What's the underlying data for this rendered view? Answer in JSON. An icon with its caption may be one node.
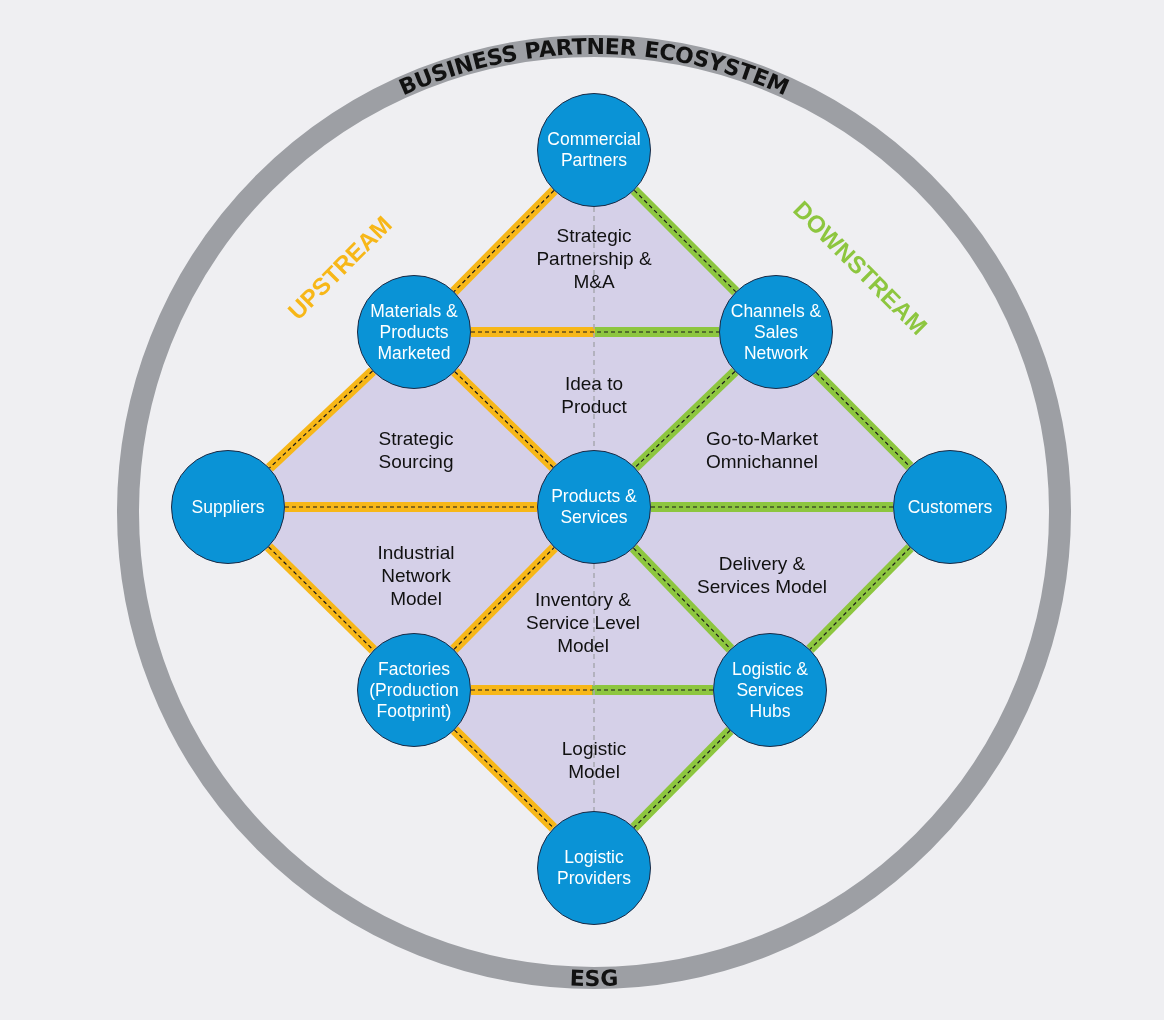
{
  "diagram": {
    "nodes": [
      {
        "text": [
          "BUSINESS PARTNER ECOSYSTEM",
          "ESG"
        ]
      },
      {
        "text": [
          "Commercial Partners"
        ],
        "in": 0
      },
      {
        "text": [
          "Materials & Products Marketed"
        ],
        "in": 0
      },
      {
        "text": [
          "Channels & Sales Network"
        ],
        "in": 0
      },
      {
        "text": [
          "Suppliers"
        ],
        "in": 0
      },
      {
        "text": [
          "Products & Services"
        ],
        "in": 0
      },
      {
        "text": [
          "Customers"
        ],
        "in": 0
      },
      {
        "text": [
          "Factories (Production Footprint)"
        ],
        "in": 0
      },
      {
        "text": [
          "Logistic & Services Hubs"
        ],
        "in": 0
      },
      {
        "text": [
          "Logistic Providers"
        ],
        "in": 0
      }
    ],
    "edges": [
      {
        "from": 1,
        "to": 2,
        "arrow": "none",
        "color": "#f7b718"
      },
      {
        "from": 1,
        "to": 3,
        "arrow": "none",
        "color": "#8dc63f"
      },
      {
        "from": 2,
        "to": 3,
        "arrow": "none"
      },
      {
        "from": 2,
        "to": 4,
        "arrow": "none",
        "color": "#f7b718"
      },
      {
        "from": 2,
        "to": 5,
        "arrow": "none",
        "color": "#f7b718"
      },
      {
        "from": 3,
        "to": 5,
        "arrow": "none",
        "color": "#8dc63f"
      },
      {
        "from": 3,
        "to": 6,
        "arrow": "none",
        "color": "#8dc63f"
      },
      {
        "from": 4,
        "to": 5,
        "arrow": "none",
        "color": "#f7b718"
      },
      {
        "from": 5,
        "to": 6,
        "arrow": "none",
        "color": "#8dc63f"
      },
      {
        "from": 4,
        "to": 7,
        "arrow": "none",
        "color": "#f7b718"
      },
      {
        "from": 7,
        "to": 5,
        "arrow": "none",
        "color": "#f7b718"
      },
      {
        "from": 5,
        "to": 8,
        "arrow": "none",
        "color": "#8dc63f"
      },
      {
        "from": 6,
        "to": 8,
        "arrow": "none",
        "color": "#8dc63f"
      },
      {
        "from": 7,
        "to": 8,
        "arrow": "none"
      },
      {
        "from": 7,
        "to": 9,
        "arrow": "none",
        "color": "#f7b718"
      },
      {
        "from": 8,
        "to": 9,
        "arrow": "none",
        "color": "#8dc63f"
      },
      {
        "from": 1,
        "to": 5,
        "arrow": "none",
        "style": "dashed",
        "color": "#a8a8b0"
      },
      {
        "from": 5,
        "to": 9,
        "arrow": "none",
        "style": "dashed",
        "color": "#a8a8b0"
      }
    ],
    "labels": [
      "UPSTREAM",
      "DOWNSTREAM",
      "Strategic Partnership & M&A",
      "Idea to Product",
      "Strategic Sourcing",
      "Go-to-Market Omnichannel",
      "Industrial Network Model",
      "Inventory & Service Level Model",
      "Delivery & Services Model",
      "Logistic Model"
    ]
  }
}
